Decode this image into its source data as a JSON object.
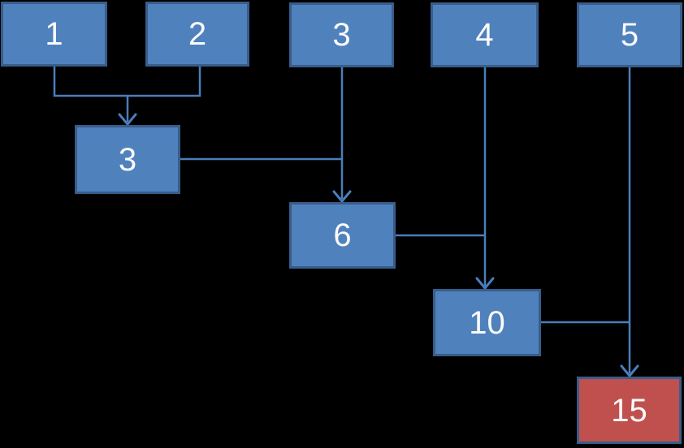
{
  "diagram": {
    "type": "flowchart-running-sum",
    "colors": {
      "background": "#000000",
      "box_fill": "#4f81bd",
      "box_border": "#385d8a",
      "final_box_fill": "#c0504d",
      "connector": "#4a7ebb",
      "text": "#fafafa"
    },
    "nodes": [
      {
        "id": "input-1",
        "label": "1",
        "kind": "input"
      },
      {
        "id": "input-2",
        "label": "2",
        "kind": "input"
      },
      {
        "id": "input-3",
        "label": "3",
        "kind": "input"
      },
      {
        "id": "input-4",
        "label": "4",
        "kind": "input"
      },
      {
        "id": "input-5",
        "label": "5",
        "kind": "input"
      },
      {
        "id": "sum-3",
        "label": "3",
        "kind": "partial-sum"
      },
      {
        "id": "sum-6",
        "label": "6",
        "kind": "partial-sum"
      },
      {
        "id": "sum-10",
        "label": "10",
        "kind": "partial-sum"
      },
      {
        "id": "sum-15",
        "label": "15",
        "kind": "final-sum"
      }
    ],
    "edges": [
      {
        "from": "input-1",
        "to": "sum-3"
      },
      {
        "from": "input-2",
        "to": "sum-3"
      },
      {
        "from": "input-3",
        "to": "sum-6"
      },
      {
        "from": "sum-3",
        "to": "sum-6"
      },
      {
        "from": "input-4",
        "to": "sum-10"
      },
      {
        "from": "sum-6",
        "to": "sum-10"
      },
      {
        "from": "input-5",
        "to": "sum-15"
      },
      {
        "from": "sum-10",
        "to": "sum-15"
      }
    ]
  }
}
